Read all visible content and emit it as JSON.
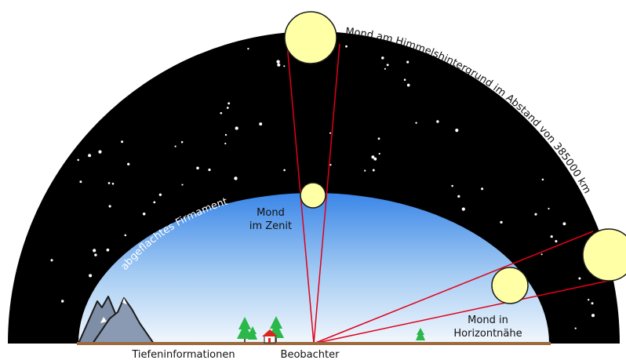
{
  "labels": {
    "moon_far": "Mond am Himmelshintergrund im Abstand von 385000 km",
    "firmament": "abgeflachtes Firmament",
    "moon_zenith_line1": "Mond",
    "moon_zenith_line2": "im Zenit",
    "moon_horizon_line1": "Mond in",
    "moon_horizon_line2": "Horizontnähe",
    "depth_info": "Tiefeninformationen",
    "observer": "Beobachter"
  },
  "colors": {
    "night_sky": "#000000",
    "sky_top": "#3a86e8",
    "sky_bottom": "#f2f7fd",
    "moon": "#ffffa6",
    "sight_lines": "#e0001a",
    "ground": "#9c6a3c",
    "trees": "#2ab84a",
    "mountains": "#7e8ea6"
  },
  "icons": [
    "mountain-icon",
    "tree-icon",
    "house-icon",
    "star-icon",
    "moon-icon"
  ]
}
